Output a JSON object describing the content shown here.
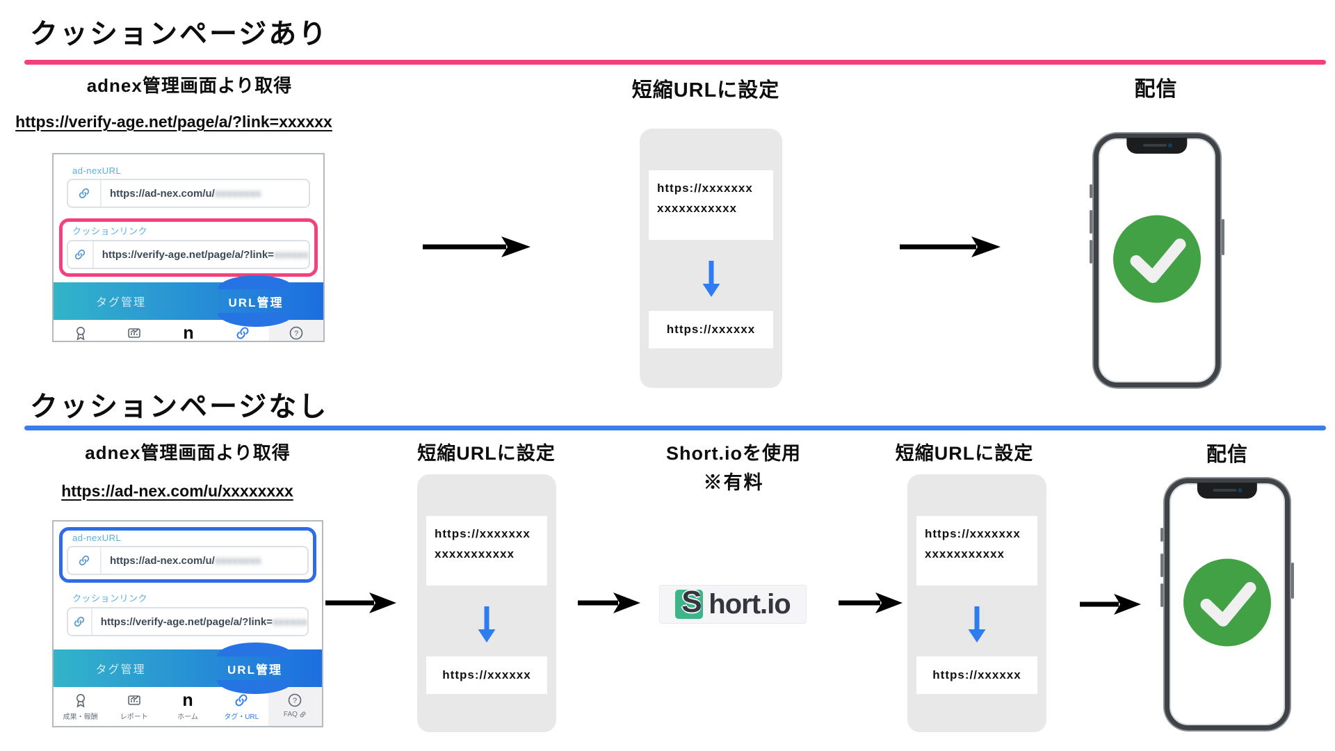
{
  "top": {
    "title": "クッションページあり",
    "rule_color": "#F4407C",
    "step1_heading": "adnex管理画面より取得",
    "step1_url": "https://verify-age.net/page/a/?link=xxxxxx",
    "step2_heading": "短縮URLに設定",
    "step3_heading": "配信"
  },
  "bottom": {
    "title": "クッションページなし",
    "rule_color": "#3D7BF0",
    "step1_heading": "adnex管理画面より取得",
    "step1_url": "https://ad-nex.com/u/xxxxxxxx",
    "step2_heading": "短縮URLに設定",
    "step3_heading": "Short.ioを使用",
    "step3_note": "※有料",
    "step4_heading": "短縮URLに設定",
    "step5_heading": "配信"
  },
  "admin": {
    "adnex_label": "ad-nexURL",
    "adnex_url": "https://ad-nex.com/u/",
    "adnex_masked": "xxxxxxxx",
    "cushion_label": "クッションリンク",
    "cushion_url": "https://verify-age.net/page/a/?link=",
    "cushion_masked": "xxxxxx",
    "tab_left": "タグ管理",
    "tab_right": "URL管理",
    "nav": [
      {
        "label": "成果・報酬",
        "icon": "award-icon"
      },
      {
        "label": "レポート",
        "icon": "report-chart-icon"
      },
      {
        "label": "ホーム",
        "icon": "adnex-logo-icon"
      },
      {
        "label": "タグ・URL",
        "icon": "link-icon"
      },
      {
        "label": "FAQ",
        "icon": "question-icon"
      }
    ]
  },
  "shorten_box": {
    "long_line1": "https://xxxxxxx",
    "long_line2": "xxxxxxxxxxx",
    "short_url": "https://xxxxxx"
  },
  "shortio": {
    "initial": "S",
    "rest": "hort.io",
    "green": "#3eb489"
  },
  "colors": {
    "pink": "#F4407C",
    "blue": "#3D7BF0",
    "check_green": "#43a145",
    "tab_teal": "#33b4c9",
    "tab_blue": "#1d6ee0"
  }
}
